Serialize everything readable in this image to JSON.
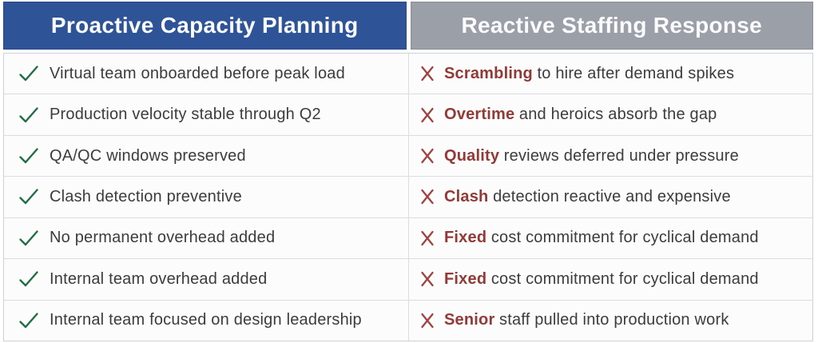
{
  "colors": {
    "header_blue": "#2E5396",
    "header_gray": "#9B9FA7",
    "check_green": "#1F6F44",
    "cross_red": "#A04240",
    "highlight_red": "#913A36",
    "body_text": "#3C3C3C",
    "row_divider": "#DBDDE1",
    "outer_border": "#CDD0D6",
    "row_bg": "#FCFCFD",
    "page_bg": "#FFFFFF"
  },
  "table": {
    "headers": {
      "proactive": "Proactive Capacity Planning",
      "reactive": "Reactive Staffing Response"
    },
    "icons": {
      "left": "check-icon",
      "right": "x-icon"
    },
    "rows": [
      {
        "left": "Virtual team onboarded before peak load",
        "right_word": "Scrambling",
        "right_rest": "to hire after demand spikes"
      },
      {
        "left": "Production velocity stable through Q2",
        "right_word": "Overtime",
        "right_rest": "and heroics absorb the gap"
      },
      {
        "left": "QA/QC windows preserved",
        "right_word": "Quality",
        "right_rest": "reviews deferred under pressure"
      },
      {
        "left": "Clash detection preventive",
        "right_word": "Clash",
        "right_rest": "detection reactive and expensive"
      },
      {
        "left": "No permanent overhead added",
        "right_word": "Fixed",
        "right_rest": "cost commitment for cyclical demand"
      },
      {
        "left": "Internal team overhead added",
        "right_word": "Fixed",
        "right_rest": "cost commitment for cyclical demand"
      },
      {
        "left": "Internal team focused on design leadership",
        "right_word": "Senior",
        "right_rest": "staff pulled into production work"
      }
    ]
  }
}
